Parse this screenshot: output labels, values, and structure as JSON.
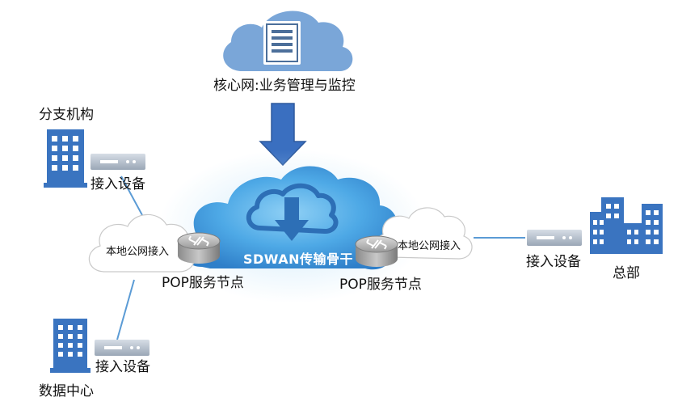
{
  "core_label": "核心网:业务管理与监控",
  "backbone_label": "SDWAN传输骨干",
  "branch": {
    "title": "分支机构",
    "device_label": "接入设备"
  },
  "datacenter": {
    "title": "数据中心",
    "device_label": "接入设备"
  },
  "hq": {
    "title": "总部",
    "device_label": "接入设备"
  },
  "pop_left": {
    "label": "POP服务节点",
    "access_label": "本地公网接入"
  },
  "pop_right": {
    "label": "POP服务节点",
    "access_label": "本地公网接入"
  },
  "icons": [
    "cloud-server-icon",
    "down-arrow-icon",
    "building-icon",
    "router-icon",
    "access-device-icon",
    "buildings-hq-icon"
  ],
  "colors": {
    "accent": "#3a74c0",
    "cloud_blue": "#3f90d8",
    "core_cloud": "#7aa6d8",
    "line": "#5b9bd5"
  }
}
